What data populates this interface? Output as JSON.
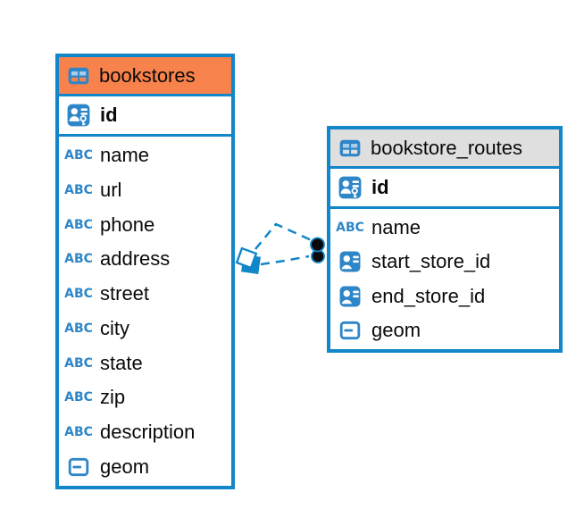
{
  "colors": {
    "table_border": "#1186C9",
    "icon_blue": "#2E86C8",
    "icon_cell_light": "#A9CDEB",
    "bookstores_header": "#F8824C",
    "bookstore_routes_header": "#DFDFDF",
    "relation_line": "#1186C9",
    "endpoint_dot": "#0A0A0A",
    "text": "#0A0A0A"
  },
  "icons": {
    "text_type_glyph": "ABC"
  },
  "tables": [
    {
      "name": "bookstores",
      "primary_key": "id",
      "columns": [
        {
          "name": "name",
          "type": "text"
        },
        {
          "name": "url",
          "type": "text"
        },
        {
          "name": "phone",
          "type": "text"
        },
        {
          "name": "address",
          "type": "text"
        },
        {
          "name": "street",
          "type": "text"
        },
        {
          "name": "city",
          "type": "text"
        },
        {
          "name": "state",
          "type": "text"
        },
        {
          "name": "zip",
          "type": "text"
        },
        {
          "name": "description",
          "type": "text"
        },
        {
          "name": "geom",
          "type": "geometry"
        }
      ]
    },
    {
      "name": "bookstore_routes",
      "primary_key": "id",
      "columns": [
        {
          "name": "name",
          "type": "text"
        },
        {
          "name": "start_store_id",
          "type": "reference"
        },
        {
          "name": "end_store_id",
          "type": "reference"
        },
        {
          "name": "geom",
          "type": "geometry"
        }
      ]
    }
  ],
  "relations": [
    {
      "from_table": "bookstore_routes",
      "from_column": "start_store_id",
      "to_table": "bookstores",
      "to_column": "id",
      "style": "dashed"
    },
    {
      "from_table": "bookstore_routes",
      "from_column": "end_store_id",
      "to_table": "bookstores",
      "to_column": "id",
      "style": "dashed"
    }
  ]
}
